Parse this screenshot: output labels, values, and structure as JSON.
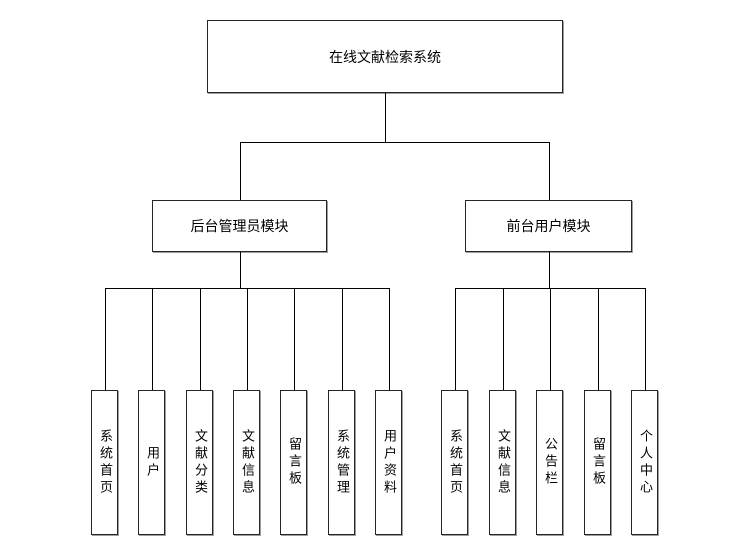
{
  "diagram": {
    "title": "在线文献检索系统",
    "branches": [
      {
        "label": "后台管理员模块",
        "children": [
          "系统首页",
          "用户",
          "文献分类",
          "文献信息",
          "留言板",
          "系统管理",
          "用户资料"
        ]
      },
      {
        "label": "前台用户模块",
        "children": [
          "系统首页",
          "文献信息",
          "公告栏",
          "留言板",
          "个人中心"
        ]
      }
    ],
    "colors": {
      "background": "#ffffff",
      "box_fill": "#ffffff",
      "box_border": "#262626",
      "line": "#000000",
      "text": "#000000"
    }
  }
}
